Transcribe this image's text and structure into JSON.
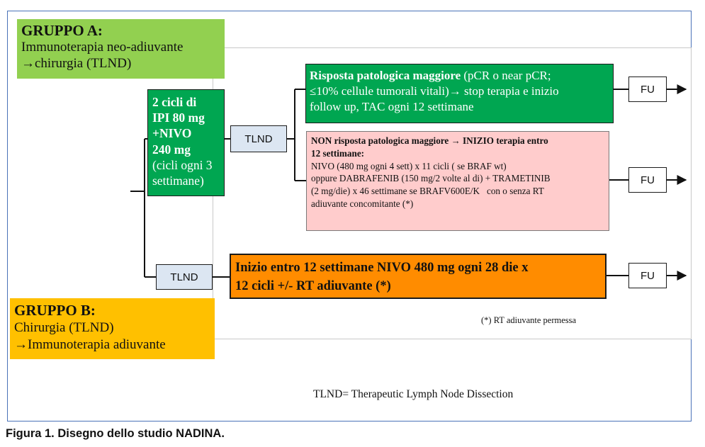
{
  "group_a": {
    "title": "GRUPPO A:",
    "line1": "Immunoterapia neo-adiuvante",
    "line2": "chirurgia (TLND)"
  },
  "group_b": {
    "title": "GRUPPO B:",
    "line1": "Chirurgia (TLND)",
    "line2": "Immunoterapia adiuvante"
  },
  "ipi_box": {
    "bold_lines": [
      "2 cicli di",
      "IPI 80 mg",
      "+NIVO",
      "240 mg"
    ],
    "normal_lines": [
      "(cicli ogni 3",
      "settimane)"
    ]
  },
  "tlnd_label": "TLND",
  "response_box": {
    "bold": "Risposta patologica maggiore",
    "text1": " (pCR o near pCR;",
    "text2": "≤10% cellule tumorali vitali)",
    "text3": " stop terapia e inizio",
    "text4": "follow up, TAC ogni 12 settimane"
  },
  "nonresponse_box": {
    "bold1": "NON risposta patologica maggiore",
    "bold2": " INIZIO terapia entro",
    "bold3": "12 settimane:",
    "line1": "NIVO (480 mg ogni 4 sett) x 11 cicli ( se BRAF wt)",
    "line2": "oppure DABRAFENIB (150 mg/2 volte al di) + TRAMETINIB",
    "line3": "(2 mg/die) x 46 settimane se BRAFV600E/K   con o senza RT",
    "line4": "adiuvante concomitante (*)"
  },
  "orange_box": {
    "line1": "Inizio entro 12 settimane NIVO 480 mg ogni 28 die x",
    "line2": "12 cicli +/- RT adiuvante (*)"
  },
  "fu_label": "FU",
  "footnote": "(*) RT adiuvante permessa",
  "legend": "TLND= Therapeutic Lymph Node Dissection",
  "caption": "Figura 1. Disegno dello studio NADINA.",
  "arrow_glyph": "→",
  "colors": {
    "group_a": "#92d050",
    "group_b": "#ffc000",
    "green": "#00a651",
    "pink": "#ffcccc",
    "orange": "#ff8c00",
    "tlnd": "#dce6f2",
    "frame": "#4a72b8"
  }
}
